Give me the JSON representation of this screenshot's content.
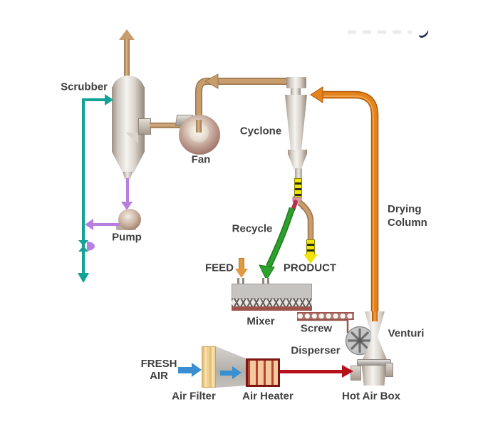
{
  "diagram_labels": {
    "scrubber": "Scrubber",
    "fan": "Fan",
    "cyclone": "Cyclone",
    "pump": "Pump",
    "recycle": "Recycle",
    "feed": "FEED",
    "product": "PRODUCT",
    "mixer": "Mixer",
    "screw": "Screw",
    "disperser": "Disperser",
    "venturi": "Venturi",
    "drying_column": {
      "line1": "Drying",
      "line2": "Column"
    },
    "fresh_air": {
      "line1": "FRESH",
      "line2": "AIR"
    },
    "air_filter": "Air Filter",
    "air_heater": "Air Heater",
    "hot_air_box": "Hot Air Box"
  },
  "streams": [
    {
      "id": "scrubber-exhaust-up-arrow",
      "color": "#c79d6d"
    },
    {
      "id": "cyclone-to-fan-arrow",
      "color": "#c79d6d"
    },
    {
      "id": "drying-column-to-cyclone-arrow",
      "color": "#e2831c"
    },
    {
      "id": "scrubber-inlet-arrow",
      "color": "#12a296"
    },
    {
      "id": "scrubber-drain-to-pump-arrow",
      "color": "#b97fe0"
    },
    {
      "id": "pump-discharge-arrow",
      "color": "#b97fe0"
    },
    {
      "id": "recycle-to-mixer-arrow",
      "color": "#2da02d"
    },
    {
      "id": "product-out-arrow",
      "color": "#f0e40a"
    },
    {
      "id": "feed-to-mixer-arrow",
      "color": "#e09a42"
    },
    {
      "id": "fresh-air-arrow",
      "color": "#3a8fd1"
    },
    {
      "id": "heater-to-hot-air-box-arrow",
      "color": "#b5121b"
    }
  ],
  "colors": {
    "label_text": "#3f3f3f",
    "tan_pipe": "#c79d6d",
    "tan_pipe_dark": "#9a744a",
    "orange_pipe": "#e2831c",
    "orange_pipe_dark": "#b25708",
    "teal_line": "#12a296",
    "purple_line": "#b97fe0",
    "green_arrow": "#2da02d",
    "green_arrow_dark": "#1d7a1d",
    "red_line": "#b5121b",
    "blue_arrow": "#3a8fd1",
    "yellow_band": "#f0e40a",
    "pink_joint": "#dc96a6",
    "crimson_joint": "#b03050",
    "brown_strip": "#9c544c",
    "feed_arrow": "#e09a42",
    "heater_frame": "#7f1510",
    "heater_bar": "#f5c9a0",
    "watermark_navy": "#1d2b4c"
  }
}
